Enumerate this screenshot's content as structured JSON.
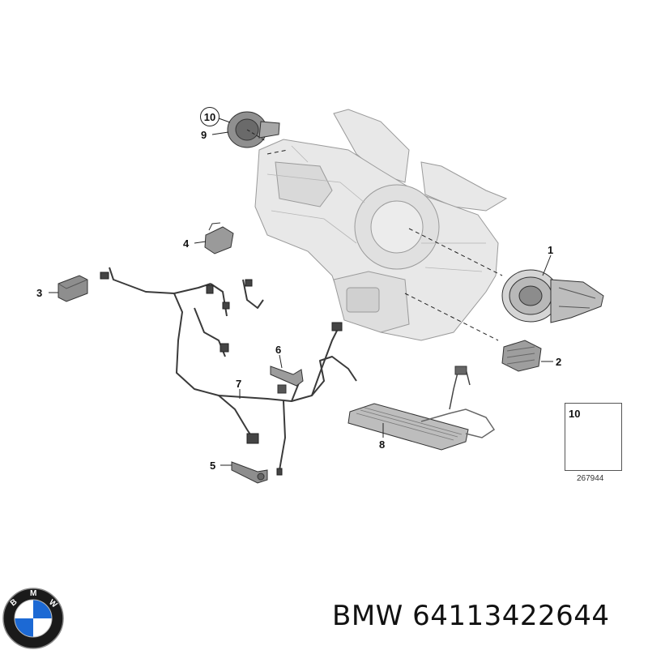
{
  "callouts": [
    {
      "id": "1",
      "label": "1"
    },
    {
      "id": "2",
      "label": "2"
    },
    {
      "id": "3",
      "label": "3"
    },
    {
      "id": "4",
      "label": "4"
    },
    {
      "id": "5",
      "label": "5"
    },
    {
      "id": "6",
      "label": "6"
    },
    {
      "id": "7",
      "label": "7"
    },
    {
      "id": "8",
      "label": "8"
    },
    {
      "id": "9",
      "label": "9"
    },
    {
      "id": "10",
      "label": "10"
    }
  ],
  "reference_box": {
    "label": "10"
  },
  "diagram_id": "267944",
  "caption": "BMW 64113422644",
  "logo": {
    "text": "BMW",
    "colors": {
      "ring": "#1a1a1a",
      "blue": "#1c69d4",
      "white": "#ffffff"
    }
  },
  "colors": {
    "housing": "#e6e6e6",
    "outline": "#8a8a8a",
    "part": "#555555",
    "wire": "#444444"
  }
}
